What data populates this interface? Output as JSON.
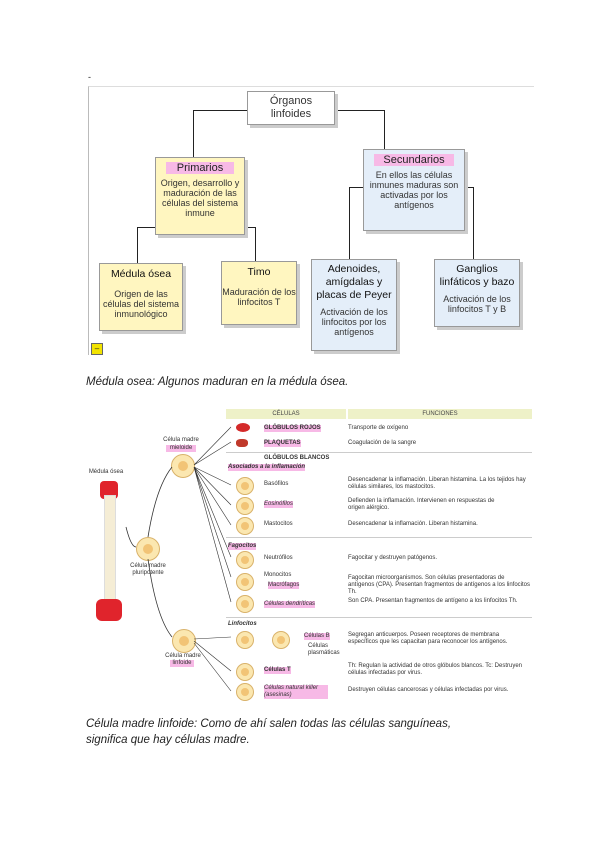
{
  "page": {
    "dash": "-"
  },
  "diagram1": {
    "root": {
      "line1": "Órganos",
      "line2": "linfoides"
    },
    "primarios": {
      "title": "Primarios",
      "desc": "Origen, desarrollo y maduración de las células del sistema inmune"
    },
    "secundarios": {
      "title": "Secundarios",
      "desc": "En ellos las células inmunes maduras son activadas por los antígenos"
    },
    "medula": {
      "title": "Médula ósea",
      "desc": "Origen de las células del sistema inmunológico"
    },
    "timo": {
      "title": "Timo",
      "desc": "Maduración de los linfocitos T"
    },
    "adenoides": {
      "title": "Adenoides, amígdalas y placas de Peyer",
      "desc": "Activación de los linfocitos por los antígenos"
    },
    "ganglios": {
      "title": "Ganglios linfáticos y bazo",
      "desc": "Activación de los linfocitos T y B"
    },
    "marker": "–"
  },
  "caption1": "Médula osea: Algunos maduran en la médula ósea.",
  "diagram2": {
    "headers": {
      "celulas": "CÉLULAS",
      "funciones": "FUNCIONES"
    },
    "left": {
      "medula": "Médula ósea",
      "mieloide": [
        "Célula madre",
        "mieloide"
      ],
      "pluripotente": [
        "Célula madre",
        "pluripotente"
      ],
      "linfoide": [
        "Célula madre",
        "linfoide"
      ]
    },
    "rows": [
      {
        "name": "GLÓBULOS ROJOS",
        "func": "Transporte de oxígeno"
      },
      {
        "name": "PLAQUETAS",
        "func": "Coagulación de la sangre"
      },
      {
        "name": "GLÓBULOS BLANCOS",
        "func": ""
      },
      {
        "name": "Asociados a la inflamación",
        "func": ""
      },
      {
        "name": "Basófilos",
        "func": "Desencadenar la inflamación. Liberan histamina. La los tejidos hay células similares, los mastocitos."
      },
      {
        "name": "Eosinófilos",
        "func": "Defienden la inflamación. Intervienen en respuestas de origen alérgico."
      },
      {
        "name": "Mastocitos",
        "func": "Desencadenar la inflamación. Liberan histamina."
      },
      {
        "name": "Fagocitos",
        "func": ""
      },
      {
        "name": "Neutrófilos",
        "func": "Fagocitar y destruyen patógenos."
      },
      {
        "name": "Monocitos",
        "func": ""
      },
      {
        "name": "Macrófagos",
        "func": "Fagocitan microorganismos. Son células presentadoras de antígenos (CPA). Presentan fragmentos de antígenos a los linfocitos Th."
      },
      {
        "name": "Células dendríticas",
        "func": "Son CPA. Presentan fragmentos de antígeno a los linfocitos Th."
      },
      {
        "name": "Linfocitos",
        "func": ""
      },
      {
        "name": "Células B",
        "func": "Segregan anticuerpos. Poseen receptores de membrana específicos que les capacitan para reconocer los antígenos."
      },
      {
        "name": "Células plasmáticas",
        "func": ""
      },
      {
        "name": "Células T",
        "func": "Th: Regulan la actividad de otros glóbulos blancos. Tc: Destruyen células infectadas por virus."
      },
      {
        "name": "Células natural killer (asesinas)",
        "func": "Destruyen células cancerosas y células infectadas por virus."
      }
    ]
  },
  "caption2": {
    "line1": "Célula madre linfoide: Como de ahí salen todas las células sanguíneas,",
    "line2": "significa que hay células madre."
  },
  "colors": {
    "highlight": "#f7b9e6",
    "primarios_bg": "#fff6c0",
    "secundarios_bg": "#e4eef9",
    "bone_red": "#e0242c",
    "header_bg": "#eef1c8"
  }
}
